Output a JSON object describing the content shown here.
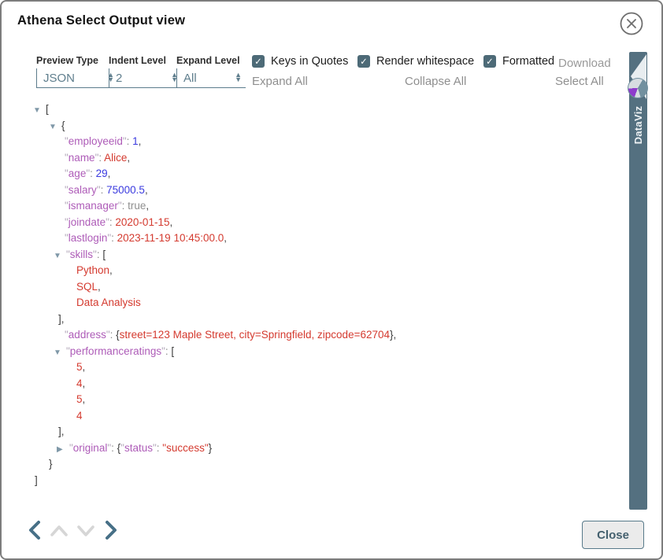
{
  "dialog": {
    "title": "Athena Select Output view",
    "close_button": "Close"
  },
  "controls": {
    "selects": [
      {
        "label": "Preview Type",
        "value": "JSON"
      },
      {
        "label": "Indent Level",
        "value": "2"
      },
      {
        "label": "Expand Level",
        "value": "All"
      }
    ],
    "checkboxes": [
      {
        "label": "Keys in Quotes",
        "checked": true
      },
      {
        "label": "Render whitespace",
        "checked": true
      },
      {
        "label": "Formatted",
        "checked": true
      }
    ],
    "download_label": "Download",
    "links": [
      "Expand All",
      "Collapse All",
      "Select All"
    ]
  },
  "sidebar": {
    "tab_label": "DataViz",
    "badge_icon": "pie-chart"
  },
  "icons": {
    "close": "circle-x",
    "nav": [
      "chevron-left",
      "chevron-up",
      "chevron-down",
      "chevron-right"
    ],
    "checkbox": "checkmark"
  },
  "colors": {
    "accent_slate": "#547080",
    "checkbox": "#4d6a77",
    "key_purple": "#ae5cb8",
    "string_red": "#d43a2f",
    "number_blue": "#3b3bdf",
    "boolean_gray": "#909090",
    "pie_purple": "#8e3ccc",
    "link_gray": "#8f8f8f"
  },
  "tree": {
    "lines": [
      {
        "p": 56,
        "m": "d",
        "segs": [
          [
            "br",
            "["
          ]
        ]
      },
      {
        "p": 76,
        "m": "d",
        "segs": [
          [
            "br",
            "{"
          ]
        ]
      },
      {
        "p": 80,
        "segs": [
          [
            "q",
            "\""
          ],
          [
            "k",
            "employeeid"
          ],
          [
            "q",
            "\""
          ],
          [
            "c",
            ": "
          ],
          [
            "n",
            "1"
          ],
          [
            "cm",
            ","
          ]
        ]
      },
      {
        "p": 80,
        "segs": [
          [
            "q",
            "\""
          ],
          [
            "k",
            "name"
          ],
          [
            "q",
            "\""
          ],
          [
            "c",
            ": "
          ],
          [
            "s",
            "Alice"
          ],
          [
            "cm",
            ","
          ]
        ]
      },
      {
        "p": 80,
        "segs": [
          [
            "q",
            "\""
          ],
          [
            "k",
            "age"
          ],
          [
            "q",
            "\""
          ],
          [
            "c",
            ": "
          ],
          [
            "n",
            "29"
          ],
          [
            "cm",
            ","
          ]
        ]
      },
      {
        "p": 80,
        "segs": [
          [
            "q",
            "\""
          ],
          [
            "k",
            "salary"
          ],
          [
            "q",
            "\""
          ],
          [
            "c",
            ": "
          ],
          [
            "n",
            "75000.5"
          ],
          [
            "cm",
            ","
          ]
        ]
      },
      {
        "p": 80,
        "segs": [
          [
            "q",
            "\""
          ],
          [
            "k",
            "ismanager"
          ],
          [
            "q",
            "\""
          ],
          [
            "c",
            ": "
          ],
          [
            "b",
            "true"
          ],
          [
            "cm",
            ","
          ]
        ]
      },
      {
        "p": 80,
        "segs": [
          [
            "q",
            "\""
          ],
          [
            "k",
            "joindate"
          ],
          [
            "q",
            "\""
          ],
          [
            "c",
            ": "
          ],
          [
            "s",
            "2020-01-15"
          ],
          [
            "cm",
            ","
          ]
        ]
      },
      {
        "p": 80,
        "segs": [
          [
            "q",
            "\""
          ],
          [
            "k",
            "lastlogin"
          ],
          [
            "q",
            "\""
          ],
          [
            "c",
            ": "
          ],
          [
            "s",
            "2023-11-19 10:45:00.0"
          ],
          [
            "cm",
            ","
          ]
        ]
      },
      {
        "p": 82,
        "m": "d",
        "segs": [
          [
            "q",
            "\""
          ],
          [
            "k",
            "skills"
          ],
          [
            "q",
            "\""
          ],
          [
            "c",
            ": "
          ],
          [
            "br",
            "["
          ]
        ]
      },
      {
        "p": 95,
        "segs": [
          [
            "s",
            "Python"
          ],
          [
            "cm",
            ","
          ]
        ]
      },
      {
        "p": 95,
        "segs": [
          [
            "s",
            "SQL"
          ],
          [
            "cm",
            ","
          ]
        ]
      },
      {
        "p": 95,
        "segs": [
          [
            "s",
            "Data Analysis"
          ]
        ]
      },
      {
        "p": 72,
        "segs": [
          [
            "br",
            "]"
          ],
          [
            "cm",
            ","
          ]
        ]
      },
      {
        "p": 80,
        "segs": [
          [
            "q",
            "\""
          ],
          [
            "k",
            "address"
          ],
          [
            "q",
            "\""
          ],
          [
            "c",
            ": "
          ],
          [
            "br",
            "{"
          ],
          [
            "s",
            "street=123 Maple Street, city=Springfield, zipcode=62704"
          ],
          [
            "br",
            "}"
          ],
          [
            "cm",
            ","
          ]
        ]
      },
      {
        "p": 82,
        "m": "d",
        "segs": [
          [
            "q",
            "\""
          ],
          [
            "k",
            "performanceratings"
          ],
          [
            "q",
            "\""
          ],
          [
            "c",
            ": "
          ],
          [
            "br",
            "["
          ]
        ]
      },
      {
        "p": 95,
        "segs": [
          [
            "s",
            "5"
          ],
          [
            "cm",
            ","
          ]
        ]
      },
      {
        "p": 95,
        "segs": [
          [
            "s",
            "4"
          ],
          [
            "cm",
            ","
          ]
        ]
      },
      {
        "p": 95,
        "segs": [
          [
            "s",
            "5"
          ],
          [
            "cm",
            ","
          ]
        ]
      },
      {
        "p": 95,
        "segs": [
          [
            "s",
            "4"
          ]
        ]
      },
      {
        "p": 72,
        "segs": [
          [
            "br",
            "]"
          ],
          [
            "cm",
            ","
          ]
        ]
      },
      {
        "p": 86,
        "m": "r",
        "segs": [
          [
            "q",
            "\""
          ],
          [
            "k",
            "original"
          ],
          [
            "q",
            "\""
          ],
          [
            "c",
            ": "
          ],
          [
            "br",
            "{"
          ],
          [
            "q",
            "\""
          ],
          [
            "k",
            "status"
          ],
          [
            "q",
            "\""
          ],
          [
            "c",
            ": "
          ],
          [
            "s",
            "\"success\""
          ],
          [
            "br",
            "}"
          ]
        ]
      },
      {
        "p": 60,
        "segs": [
          [
            "br",
            "}"
          ]
        ]
      },
      {
        "p": 42,
        "segs": [
          [
            "br",
            "]"
          ]
        ]
      }
    ]
  }
}
